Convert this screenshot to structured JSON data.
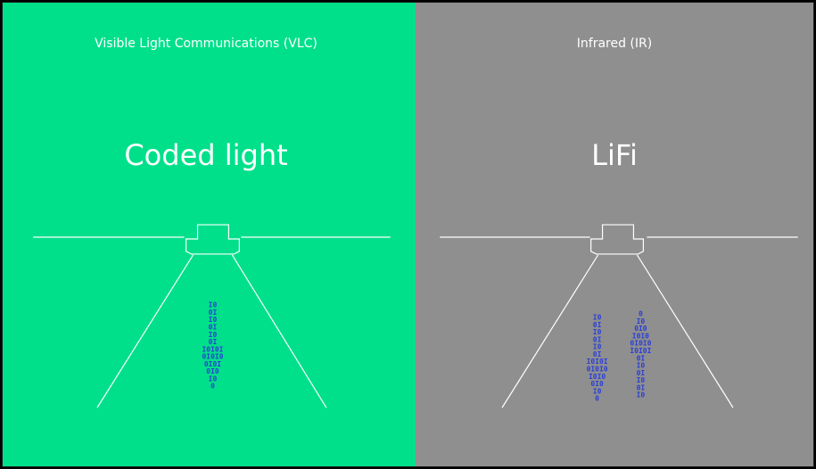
{
  "colors": {
    "vlc_background": "#00e08a",
    "ir_background": "#8f8f8f",
    "lines": "#ffffff",
    "data_bits": "#2a3fd6"
  },
  "left_panel": {
    "subtitle": "Visible Light Communications (VLC)",
    "title": "Coded light",
    "data_direction": "downlink",
    "arrow_bits": [
      "I0",
      "0I",
      "I0",
      "0I",
      "I0",
      "0I",
      "I0I0I",
      "0I0I0",
      "0I0I",
      "0I0",
      "I0",
      "0"
    ]
  },
  "right_panel": {
    "subtitle": "Infrared (IR)",
    "title": "LiFi",
    "data_direction": "bidirectional",
    "down_arrow_bits": [
      "I0",
      "0I",
      "I0",
      "0I",
      "I0",
      "0I",
      "I0I0I",
      "0I0I0",
      "I0I0",
      "0I0",
      "I0",
      "0"
    ],
    "up_arrow_bits": [
      "0",
      "I0",
      "0I0",
      "I0I0",
      "0I0I0",
      "I0I0I",
      "0I",
      "I0",
      "0I",
      "I0",
      "0I",
      "I0"
    ]
  }
}
